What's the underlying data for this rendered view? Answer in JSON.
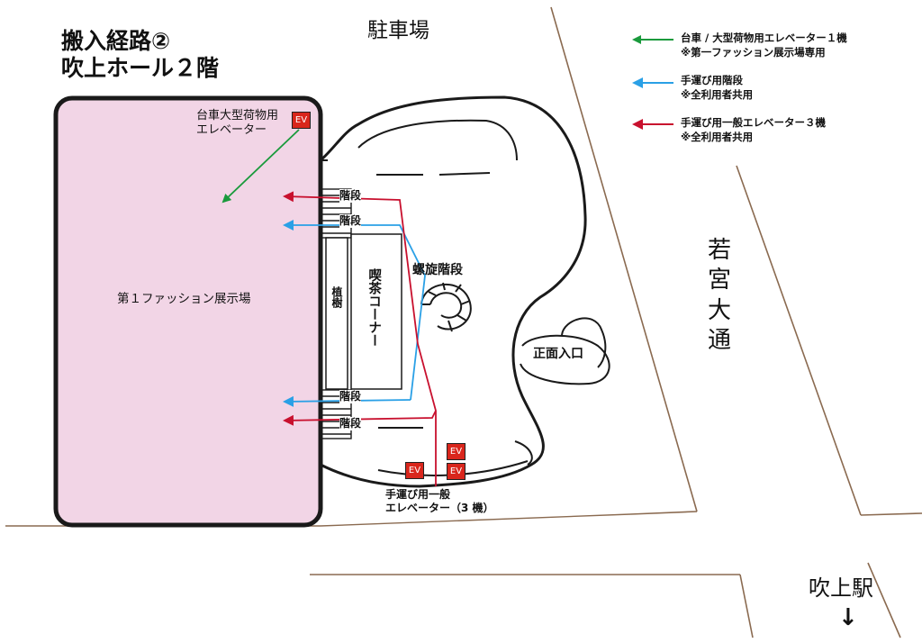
{
  "title": {
    "line1": "搬入経路②",
    "line2": "吹上ホール２階"
  },
  "places": {
    "parking": "駐車場",
    "avenue": "若宮大通",
    "station": "吹上駅",
    "station_arrow": "↓"
  },
  "floor": {
    "hall": "第１ファッション展示場",
    "cart_elevator": "台車大型荷物用\nエレベーター",
    "stairs": [
      "階段",
      "階段",
      "階段",
      "階段"
    ],
    "planter": "植樹",
    "cafe": "喫茶コーナー",
    "spiral_stairs": "螺旋階段",
    "main_entrance": "正面入口",
    "general_elevator": "手運び用一般\nエレベーター（3 機）",
    "ev_badge": "EV"
  },
  "legend": [
    {
      "line1": "台車 / 大型荷物用エレベーター１機",
      "line2": "※第一ファッション展示場専用",
      "color": "#1a9a3c"
    },
    {
      "line1": "手運び用階段",
      "line2": "※全利用者共用",
      "color": "#2aa0e6"
    },
    {
      "line1": "手運び用一般エレベーター３機",
      "line2": "※全利用者共用",
      "color": "#c8102e"
    }
  ],
  "colors": {
    "hall_fill": "#f2d5e6",
    "green_route": "#1a9a3c",
    "blue_route": "#2aa0e6",
    "red_route": "#c8102e",
    "ev_badge": "#d9261c",
    "road_line": "#8a6a50"
  }
}
